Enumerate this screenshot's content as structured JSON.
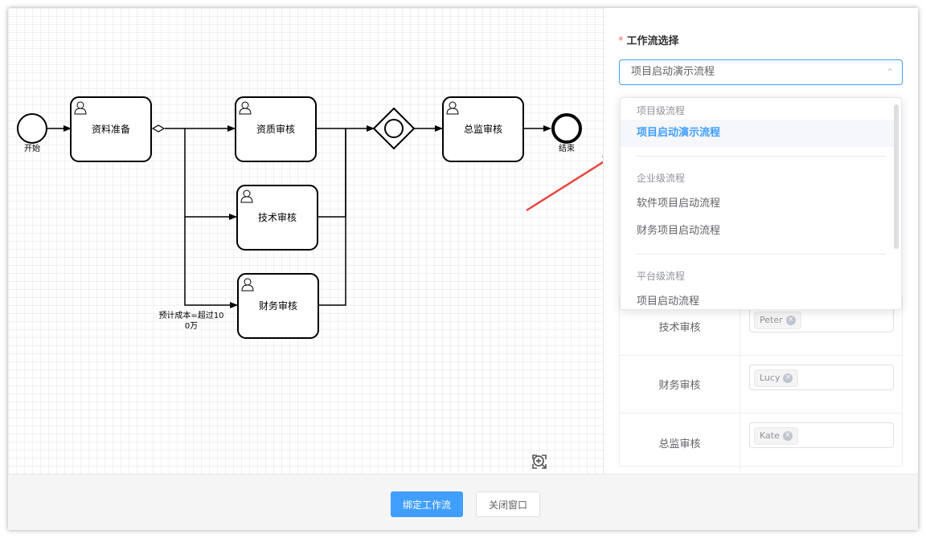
{
  "diagram": {
    "start_label": "开始",
    "end_label": "结束",
    "tasks": {
      "prepare": "资料准备",
      "qualification": "资质审核",
      "technical": "技术审核",
      "finance": "财务审核",
      "director": "总监审核"
    },
    "condition_line1": "预计成本=超过10",
    "condition_line2": "0万"
  },
  "panel": {
    "label": "工作流选择",
    "select_value": "项目启动演示流程",
    "rows": [
      {
        "name": "技术审核",
        "assignee": "Peter"
      },
      {
        "name": "财务审核",
        "assignee": "Lucy"
      },
      {
        "name": "总监审核",
        "assignee": "Kate"
      }
    ]
  },
  "dropdown": {
    "groups": [
      {
        "title": "项目级流程",
        "options": [
          "项目启动演示流程"
        ]
      },
      {
        "title": "企业级流程",
        "options": [
          "软件项目启动流程",
          "财务项目启动流程"
        ]
      },
      {
        "title": "平台级流程",
        "options": [
          "项目启动流程"
        ]
      }
    ]
  },
  "footer": {
    "bind_button": "绑定工作流",
    "close_button": "关闭窗口"
  },
  "colors": {
    "accent": "#409eff",
    "annotation_arrow": "#e8473f"
  }
}
